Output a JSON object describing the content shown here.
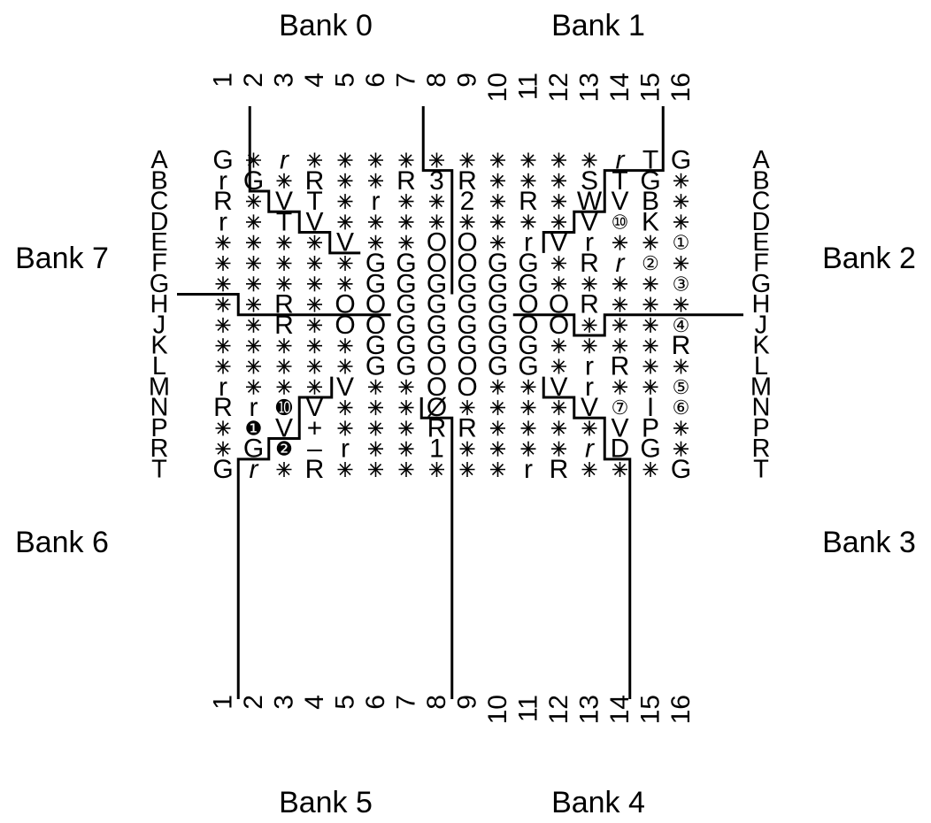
{
  "banks": {
    "top_left": "Bank 0",
    "top_right": "Bank 1",
    "right_upper": "Bank 2",
    "right_lower": "Bank 3",
    "bottom_right": "Bank 4",
    "bottom_left": "Bank 5",
    "left_lower": "Bank 6",
    "left_upper": "Bank 7"
  },
  "columns": [
    "1",
    "2",
    "3",
    "4",
    "5",
    "6",
    "7",
    "8",
    "9",
    "10",
    "11",
    "12",
    "13",
    "14",
    "15",
    "16"
  ],
  "rows": [
    "A",
    "B",
    "C",
    "D",
    "E",
    "F",
    "G",
    "H",
    "J",
    "K",
    "L",
    "M",
    "N",
    "P",
    "R",
    "T"
  ],
  "grid": [
    [
      "G",
      "*",
      "r",
      "*",
      "*",
      "*",
      "*",
      "*",
      "*",
      "*",
      "*",
      "*",
      "*",
      "r",
      "T",
      "G"
    ],
    [
      "r",
      "G",
      "*",
      "R",
      "*",
      "*",
      "R",
      "3",
      "R",
      "*",
      "*",
      "*",
      "S",
      "T",
      "G",
      "*"
    ],
    [
      "R",
      "*",
      "V",
      "T",
      "*",
      "r",
      "*",
      "*",
      "2",
      "*",
      "R",
      "*",
      "W",
      "V",
      "B",
      "*"
    ],
    [
      "r",
      "*",
      "T",
      "V",
      "*",
      "*",
      "*",
      "*",
      "*",
      "*",
      "*",
      "*",
      "V",
      "⑩",
      "K",
      "*"
    ],
    [
      "*",
      "*",
      "*",
      "*",
      "V",
      "*",
      "*",
      "O",
      "O",
      "*",
      "r",
      "V",
      "r",
      "*",
      "*",
      "①"
    ],
    [
      "*",
      "*",
      "*",
      "*",
      "*",
      "G",
      "G",
      "O",
      "O",
      "G",
      "G",
      "*",
      "R",
      "r",
      "②",
      "*"
    ],
    [
      "*",
      "*",
      "*",
      "*",
      "*",
      "G",
      "G",
      "G",
      "G",
      "G",
      "G",
      "*",
      "*",
      "*",
      "*",
      "③"
    ],
    [
      "*",
      "*",
      "R",
      "*",
      "O",
      "O",
      "G",
      "G",
      "G",
      "G",
      "O",
      "O",
      "R",
      "*",
      "*",
      "*"
    ],
    [
      "*",
      "*",
      "R",
      "*",
      "O",
      "O",
      "G",
      "G",
      "G",
      "G",
      "O",
      "O",
      "*",
      "*",
      "*",
      "④"
    ],
    [
      "*",
      "*",
      "*",
      "*",
      "*",
      "G",
      "G",
      "G",
      "G",
      "G",
      "G",
      "*",
      "*",
      "*",
      "*",
      "R"
    ],
    [
      "*",
      "*",
      "*",
      "*",
      "*",
      "G",
      "G",
      "O",
      "O",
      "G",
      "G",
      "*",
      "r",
      "R",
      "*",
      "*"
    ],
    [
      "r",
      "*",
      "*",
      "*",
      "V",
      "*",
      "*",
      "O",
      "O",
      "*",
      "*",
      "V",
      "r",
      "*",
      "*",
      "⑤"
    ],
    [
      "R",
      "r",
      "➓",
      "V",
      "*",
      "*",
      "*",
      "Ø",
      "*",
      "*",
      "*",
      "*",
      "V",
      "⑦",
      "I",
      "⑥"
    ],
    [
      "*",
      "❶",
      "V",
      "+",
      "*",
      "*",
      "*",
      "R",
      "R",
      "*",
      "*",
      "*",
      "*",
      "V",
      "P",
      "*"
    ],
    [
      "*",
      "G",
      "❷",
      "–",
      "r",
      "*",
      "*",
      "1",
      "*",
      "*",
      "*",
      "*",
      "r",
      "D",
      "G",
      "*"
    ],
    [
      "G",
      "r",
      "*",
      "R",
      "*",
      "*",
      "*",
      "*",
      "*",
      "*",
      "r",
      "R",
      "*",
      "*",
      "*",
      "G"
    ]
  ]
}
